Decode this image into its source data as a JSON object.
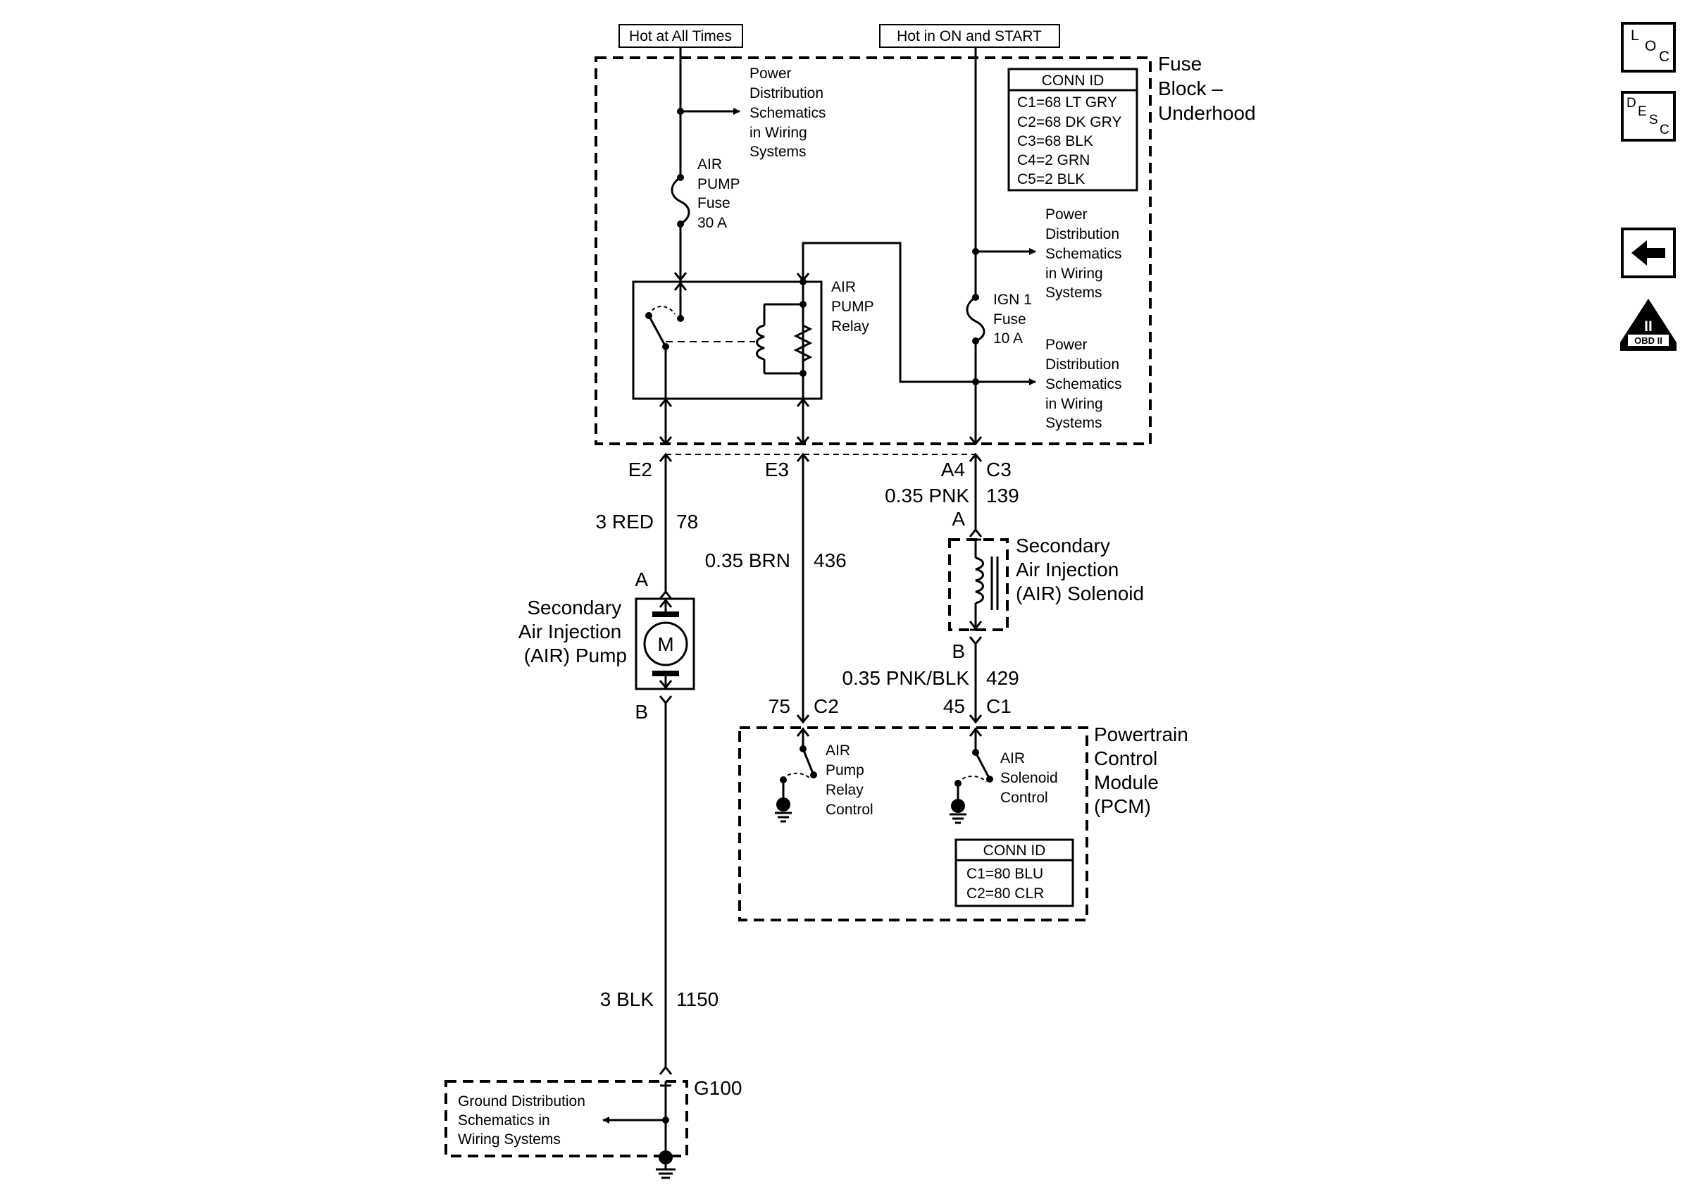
{
  "sources": {
    "hot_at_all_times": "Hot at All Times",
    "hot_in_on_and_start": "Hot in ON and START"
  },
  "fuse_block": {
    "title": [
      "Fuse",
      "Block –",
      "Underhood"
    ],
    "conn_id": {
      "header": "CONN ID",
      "rows": [
        "C1=68 LT GRY",
        "C2=68 DK GRY",
        "C3=68 BLK",
        "C4=2 GRN",
        "C5=2 BLK"
      ]
    },
    "power_dist_ref": [
      "Power",
      "Distribution",
      "Schematics",
      "in Wiring",
      "Systems"
    ],
    "air_pump_fuse": [
      "AIR",
      "PUMP",
      "Fuse",
      "30 A"
    ],
    "air_pump_relay": [
      "AIR",
      "PUMP",
      "Relay"
    ],
    "ign1_fuse": [
      "IGN 1",
      "Fuse",
      "10 A"
    ]
  },
  "connectors": {
    "e2": "E2",
    "e3": "E3",
    "a4": "A4",
    "c3": "C3",
    "pump_a": "A",
    "pump_b": "B",
    "sol_a": "A",
    "sol_b": "B",
    "pcm_75": "75",
    "pcm_c2": "C2",
    "pcm_45": "45",
    "pcm_c1": "C1"
  },
  "wires": {
    "red_gauge": "3 RED",
    "red_circuit": "78",
    "brn_gauge": "0.35 BRN",
    "brn_circuit": "436",
    "pnk_gauge": "0.35 PNK",
    "pnk_circuit": "139",
    "pnkblk_gauge": "0.35 PNK/BLK",
    "pnkblk_circuit": "429",
    "blk_gauge": "3 BLK",
    "blk_circuit": "1150"
  },
  "air_pump": {
    "title": [
      "Secondary",
      "Air Injection",
      "(AIR) Pump"
    ],
    "motor": "M"
  },
  "air_solenoid": {
    "title": [
      "Secondary",
      "Air Injection",
      "(AIR) Solenoid"
    ]
  },
  "pcm": {
    "title": [
      "Powertrain",
      "Control",
      "Module",
      "(PCM)"
    ],
    "relay_control": [
      "AIR",
      "Pump",
      "Relay",
      "Control"
    ],
    "solenoid_control": [
      "AIR",
      "Solenoid",
      "Control"
    ],
    "conn_id": {
      "header": "CONN ID",
      "rows": [
        "C1=80 BLU",
        "C2=80 CLR"
      ]
    }
  },
  "ground": {
    "id": "G100",
    "ref": [
      "Ground Distribution",
      "Schematics in",
      "Wiring Systems"
    ]
  },
  "nav": {
    "loc": [
      "L",
      "O",
      "C"
    ],
    "desc": [
      "D",
      "E",
      "S",
      "C"
    ],
    "obd": {
      "numeral": "II",
      "label": "OBD II"
    }
  }
}
